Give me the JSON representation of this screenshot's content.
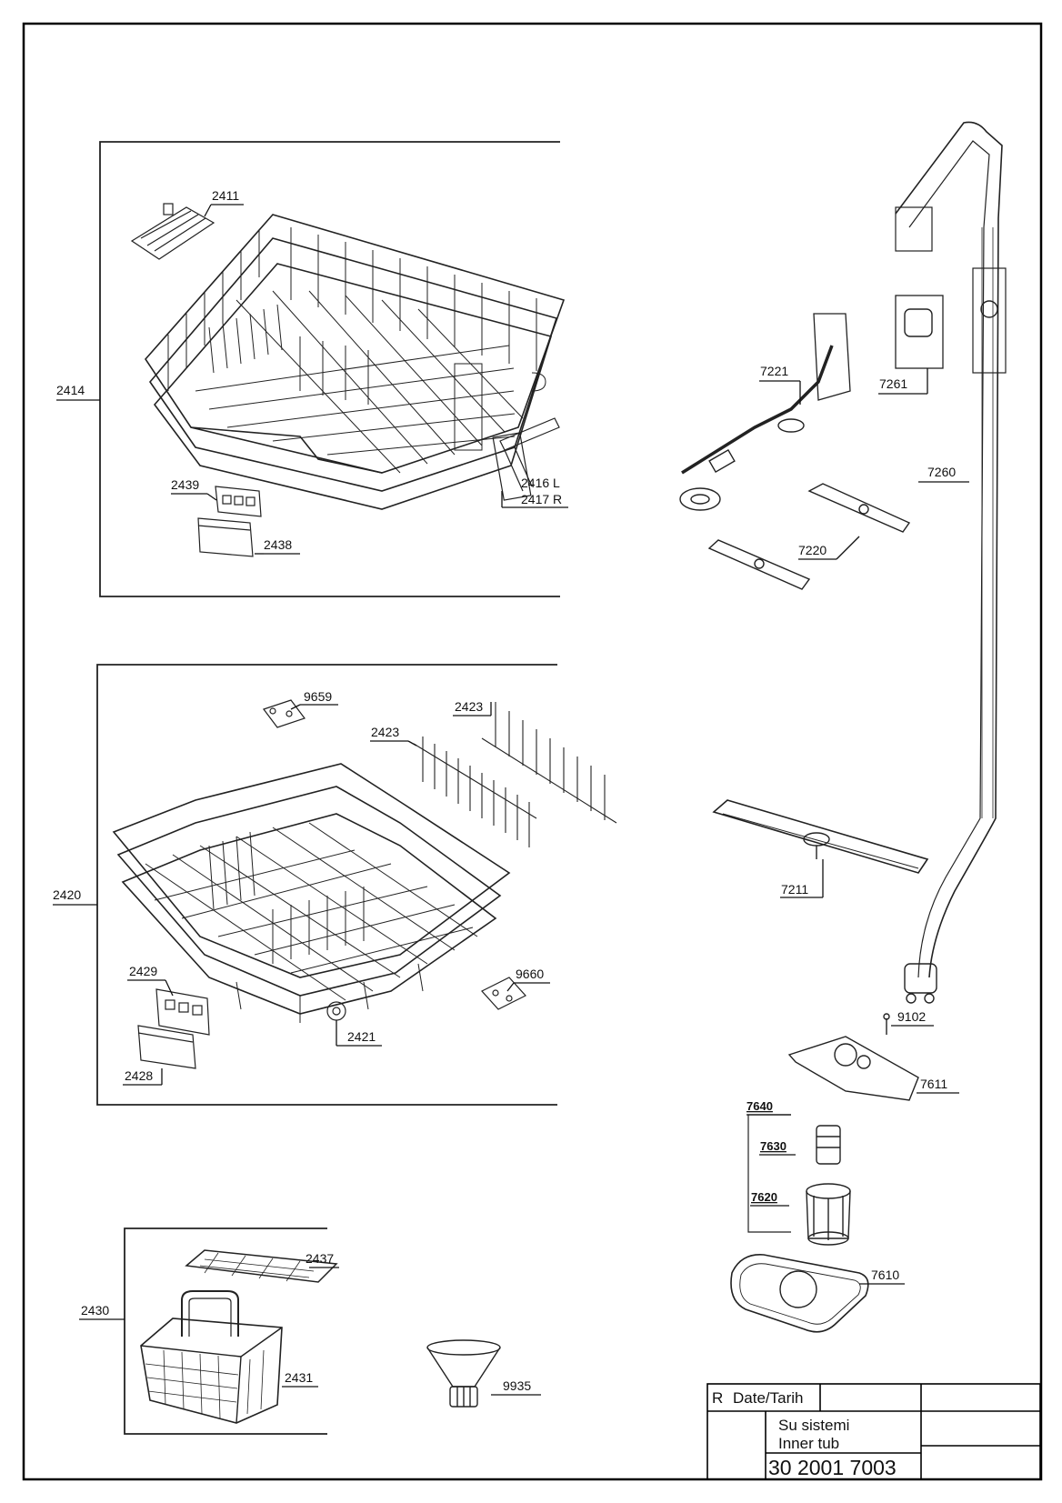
{
  "labels": {
    "p2411": "2411",
    "p2414": "2414",
    "p2439": "2439",
    "p2438": "2438",
    "p2416": "2416 L",
    "p2417": "2417 R",
    "p7221": "7221",
    "p7261": "7261",
    "p7260": "7260",
    "p7220": "7220",
    "p9659": "9659",
    "p2423a": "2423",
    "p2423b": "2423",
    "p2420": "2420",
    "p7211": "7211",
    "p2429": "2429",
    "p9660": "9660",
    "p2421": "2421",
    "p2428": "2428",
    "p9102": "9102",
    "p7611": "7611",
    "p7640": "7640",
    "p7630": "7630",
    "p7620": "7620",
    "p7610": "7610",
    "p2437": "2437",
    "p2430": "2430",
    "p2431": "2431",
    "p9935": "9935"
  },
  "title_block": {
    "rev": "R",
    "date": "Date/Tarih",
    "title_tr": "Su sistemi",
    "title_en": "Inner tub",
    "doc_number": "30 2001 7003"
  }
}
